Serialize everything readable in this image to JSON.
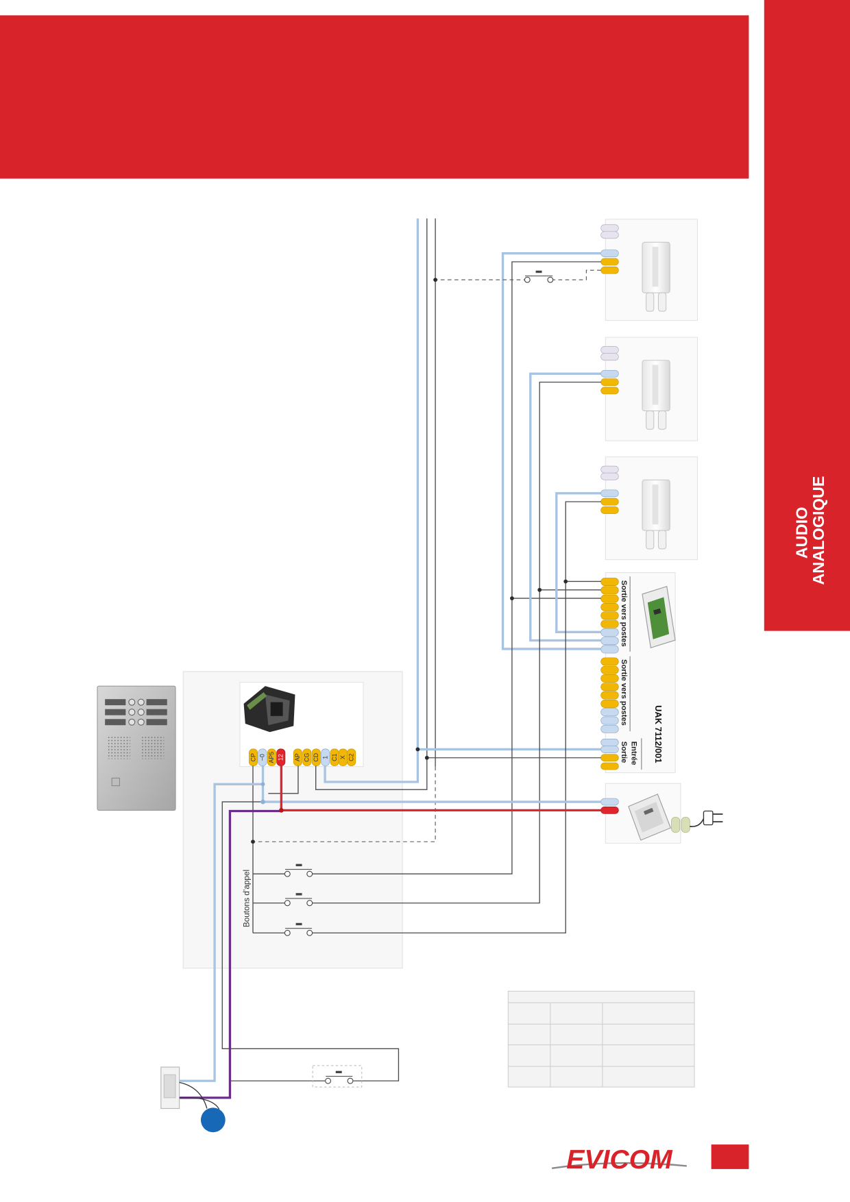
{
  "section_tab": {
    "line1": "AUDIO",
    "line2": "ANALOGIQUE"
  },
  "door_station": {
    "call_buttons_label": "Boutons d’appel",
    "terminals": [
      {
        "label": "CP",
        "color": "yellow"
      },
      {
        "label": "~0",
        "color": "blue"
      },
      {
        "label": "AP5",
        "color": "yellow"
      },
      {
        "label": "12",
        "color": "red"
      },
      {
        "label": "AP",
        "color": "yellow"
      },
      {
        "label": "CG",
        "color": "yellow"
      },
      {
        "label": "CD",
        "color": "yellow"
      },
      {
        "label": "1",
        "color": "blue"
      },
      {
        "label": "C1",
        "color": "yellow"
      },
      {
        "label": "X",
        "color": "yellow"
      },
      {
        "label": "C2",
        "color": "yellow"
      }
    ]
  },
  "distributor": {
    "model": "UAK 7112/001",
    "output_group_1": "Sortie vers postes",
    "output_group_2": "Sortie vers postes",
    "input_label": "Entrée",
    "output_label": "Sortie"
  },
  "brand": {
    "name": "EVICOM"
  },
  "colors": {
    "accent_red": "#d8232a",
    "terminal_yellow": "#f2b705",
    "terminal_blue": "#c7d9ee",
    "terminal_lavender": "#e8e4ef",
    "wire_blue": "#a9c4e2",
    "wire_red": "#e0262d",
    "wire_purple": "#6a2e8a",
    "bell_blue": "#1769b8"
  }
}
